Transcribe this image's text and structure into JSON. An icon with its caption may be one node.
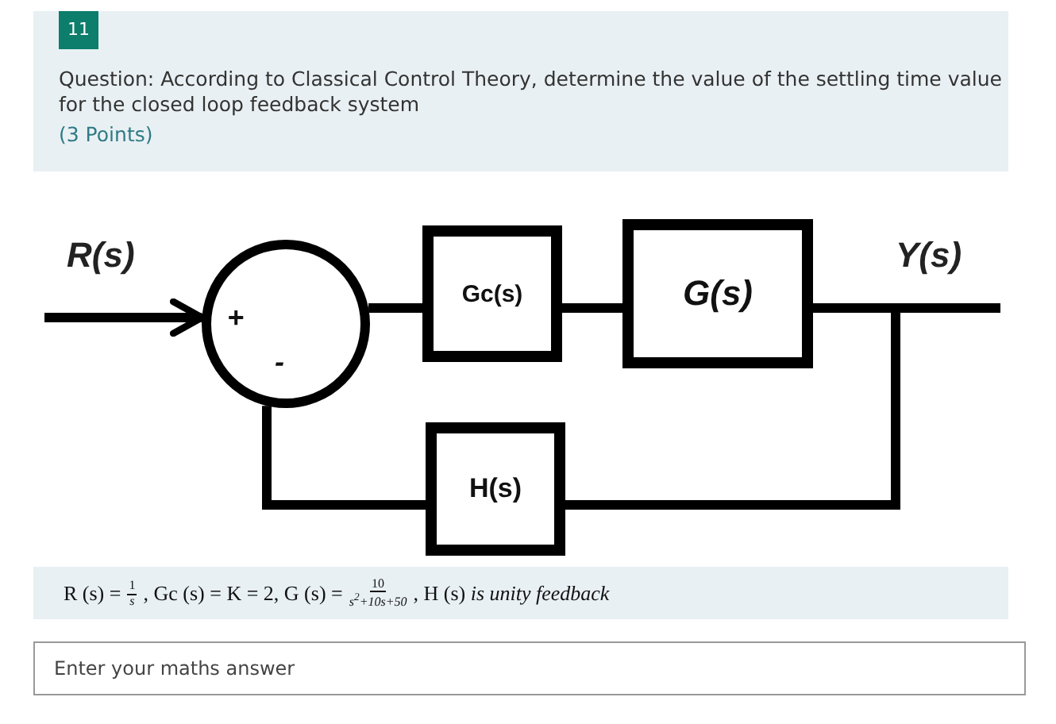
{
  "diagram": {
    "nodes": [
      {
        "text": [
          "+",
          "-"
        ]
      },
      {
        "text": [
          "Gc(s)"
        ]
      },
      {
        "text": [
          "G(s)"
        ]
      },
      {
        "text": [
          "H(s)"
        ]
      }
    ],
    "edges": [
      {
        "from": null,
        "to": 0,
        "arrow": "to",
        "label": "R(s)"
      },
      {
        "from": 0,
        "to": 1,
        "arrow": "none"
      },
      {
        "from": 1,
        "to": 2,
        "arrow": "none"
      },
      {
        "from": 2,
        "to": null,
        "arrow": "none",
        "label": "Y(s)"
      },
      {
        "from": 2,
        "to": 3,
        "arrow": "none"
      },
      {
        "from": 3,
        "to": 0,
        "arrow": "none"
      }
    ],
    "labels": [
      "11",
      "Question: According to Classical Control Theory, determine the value of the settling time value for the closed loop feedback system",
      "(3 Points)",
      "R (s) =",
      "1",
      "s",
      ", Gc (s) = K = 2, G (s) =",
      "10",
      "s$^{2}$+10s+50",
      ", H (s) *is unity feedback*",
      "Enter your maths answer"
    ]
  }
}
